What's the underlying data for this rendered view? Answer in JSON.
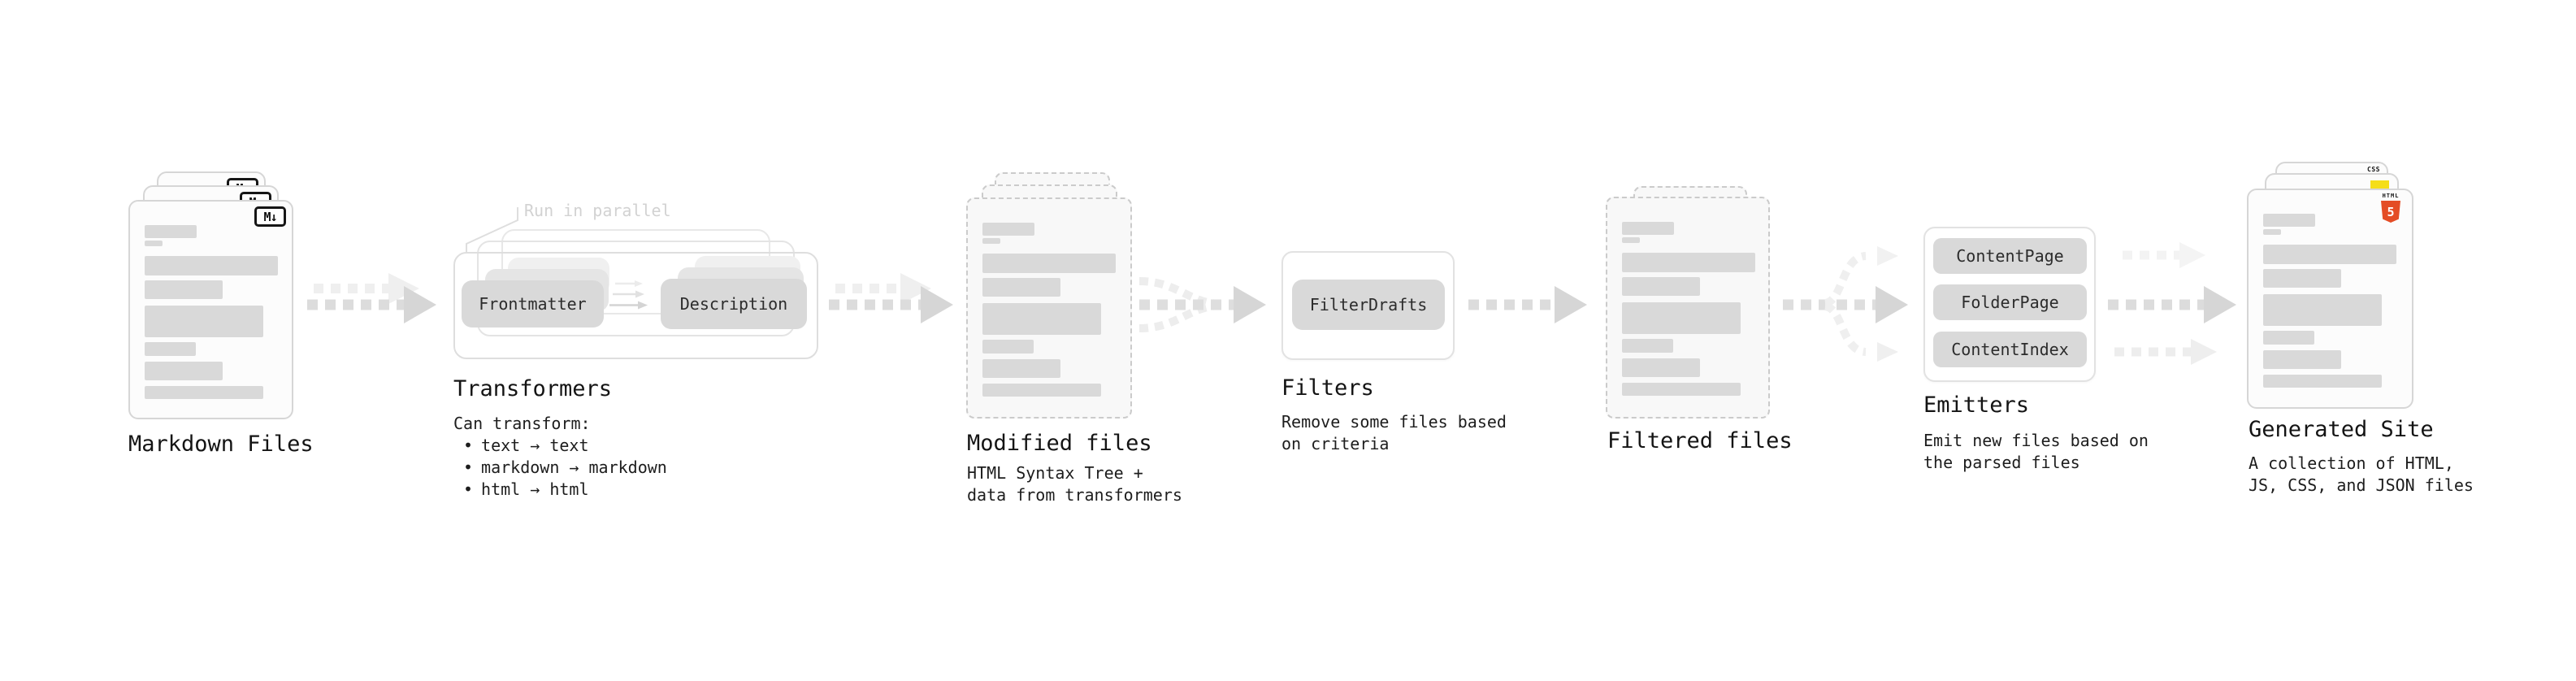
{
  "sections": {
    "markdown_files": {
      "title": "Markdown Files",
      "file_badge": "M↓"
    },
    "transformers": {
      "title": "Transformers",
      "parallel_label": "Run in parallel",
      "pill_from": "Frontmatter",
      "pill_to": "Description",
      "body_heading": "Can transform:",
      "bullet_char": "•",
      "bullets": [
        "text → text",
        "markdown → markdown",
        "html → html"
      ]
    },
    "modified_files": {
      "title": "Modified files",
      "subtitle_lines": [
        "HTML Syntax Tree +",
        "data from transformers"
      ]
    },
    "filters": {
      "title": "Filters",
      "pill": "FilterDrafts",
      "subtitle_lines": [
        "Remove some files based",
        "on criteria"
      ]
    },
    "filtered_files": {
      "title": "Filtered files"
    },
    "emitters": {
      "title": "Emitters",
      "pills": [
        "ContentPage",
        "FolderPage",
        "ContentIndex"
      ],
      "subtitle_lines": [
        "Emit new files based on",
        "the parsed files"
      ]
    },
    "generated_site": {
      "title": "Generated Site",
      "subtitle_lines": [
        "A collection of HTML,",
        "JS, CSS, and JSON files"
      ],
      "css_badge": "CSS",
      "html_badge_label": "HTML",
      "html_badge_number": "5"
    }
  },
  "colors": {
    "html5_orange": "#e44d26",
    "js_yellow": "#f5de19",
    "css_blue": "#2965f1"
  }
}
